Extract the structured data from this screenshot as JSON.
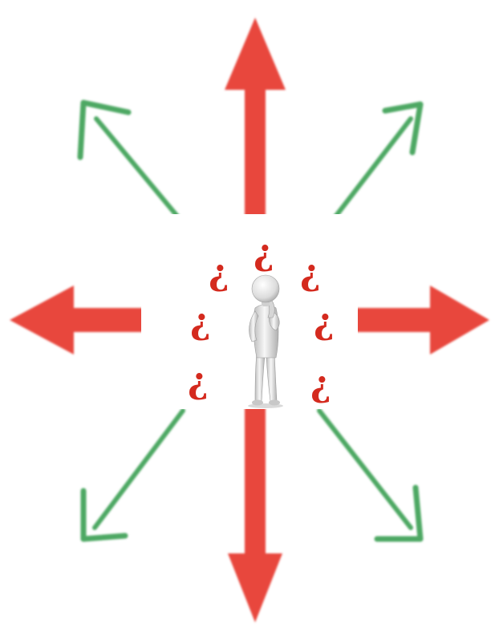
{
  "figure": {
    "arrows": {
      "primary_color": "#e8473c",
      "secondary_color": "#4ea864",
      "primary_directions": [
        "up",
        "down",
        "left",
        "right"
      ],
      "secondary_directions": [
        "up-left",
        "up-right",
        "down-left",
        "down-right"
      ]
    },
    "center_panel": {
      "background": "#ffffff",
      "figure_icon": "thinking-person-icon",
      "question_marks": [
        "¿",
        "¿",
        "¿",
        "¿",
        "¿",
        "¿",
        "¿"
      ],
      "question_mark_color": "#d42a1e"
    }
  }
}
